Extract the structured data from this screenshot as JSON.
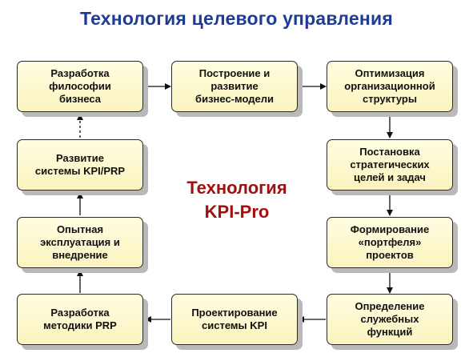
{
  "title": "Технология целевого управления",
  "center_label": "Технология\nKPI-Pro",
  "colors": {
    "title": "#1f3b94",
    "center_label": "#a01010",
    "box_fill": "#fdf7cc",
    "box_border": "#2a2a2a",
    "box_shadow": "#b9b9b9"
  },
  "boxes": {
    "philosophy": "Разработка\nфилософии\nбизнеса",
    "business_model": "Построение и\nразвитие\nбизнес-модели",
    "org_structure": "Оптимизация\nорганизационной\nструктуры",
    "goals": "Постановка\nстратегических\nцелей и задач",
    "portfolio": "Формирование\n«портфеля»\nпроектов",
    "functions": "Определение\nслужебных\nфункций",
    "kpi_design": "Проектирование\nсистемы KPI",
    "prp_method": "Разработка\nметодики PRP",
    "pilot": "Опытная\nэксплуатация и\nвнедрение",
    "kpi_development": "Развитие\nсистемы KPI/PRP"
  }
}
